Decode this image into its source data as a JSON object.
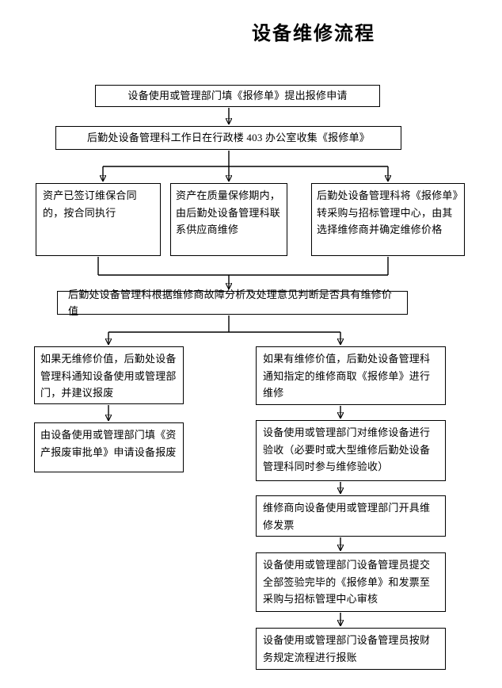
{
  "title": "设备维修流程",
  "nodes": {
    "submit_request": "设备使用或管理部门填《报修单》提出报修申请",
    "collect_forms": "后勤处设备管理科工作日在行政楼 403 办公室收集《报修单》",
    "warranty_contract": "资产已签订维保合同的，按合同执行",
    "quality_warranty": "资产在质量保修期内，由后勤处设备管理科联系供应商维修",
    "transfer_procurement": "后勤处设备管理科将《报修单》转采购与招标管理中心，由其选择维修商并确定维修价格",
    "judge_value": "后勤处设备管理科根据维修商故障分析及处理意见判断是否具有维修价值",
    "no_value_notify": "如果无维修价值，后勤处设备管理科通知设备使用或管理部门，并建议报废",
    "apply_scrap": "由设备使用或管理部门填《资产报废审批单》申请设备报废",
    "has_value_notify": "如果有维修价值，后勤处设备管理科通知指定的维修商取《报修单》进行维修",
    "acceptance_check": "设备使用或管理部门对维修设备进行验收（必要时或大型维修后勤处设备管理科同时参与维修验收）",
    "vendor_invoice": "维修商向设备使用或管理部门开具维修发票",
    "submit_audit": "设备使用或管理部门设备管理员提交全部签验完毕的《报修单》和发票至采购与招标管理中心审核",
    "reimbursement": "设备使用或管理部门设备管理员按财务规定流程进行报账"
  }
}
